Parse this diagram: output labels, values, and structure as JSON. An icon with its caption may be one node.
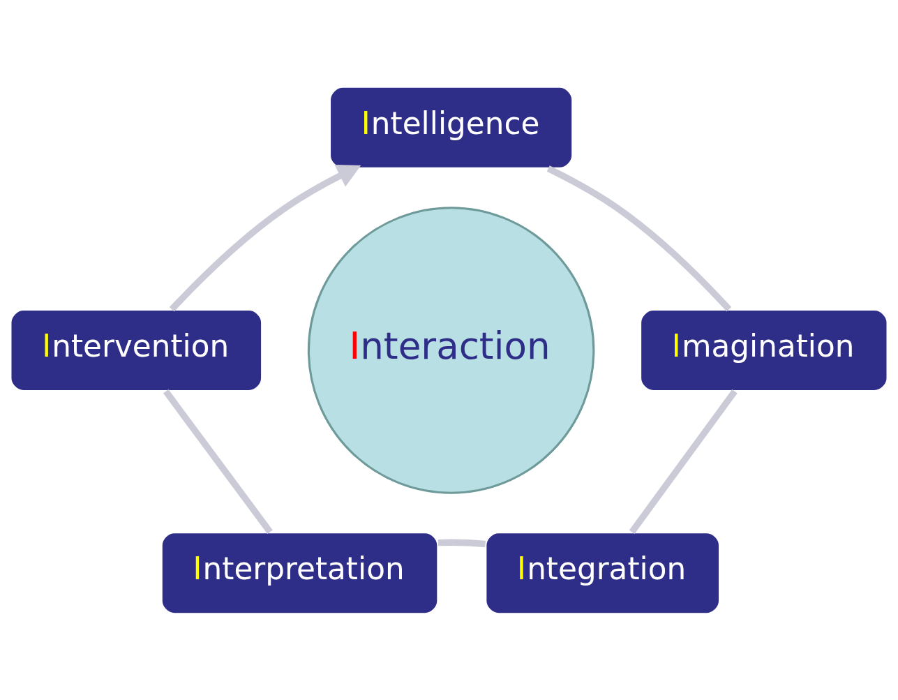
{
  "diagram": {
    "nodes": [
      {
        "text": [
          "Intelligence"
        ]
      },
      {
        "text": [
          "Intervention"
        ]
      },
      {
        "text": [
          "Imagination"
        ]
      },
      {
        "text": [
          "Interaction"
        ]
      },
      {
        "text": [
          "Interpretation"
        ]
      },
      {
        "text": [
          "Integration"
        ]
      }
    ],
    "edges": [
      {
        "from": 0,
        "to": 2,
        "arrow": "none"
      },
      {
        "from": 2,
        "to": 5,
        "arrow": "none"
      },
      {
        "from": 5,
        "to": 4,
        "arrow": "none"
      },
      {
        "from": 4,
        "to": 1,
        "arrow": "none"
      },
      {
        "from": 1,
        "to": 0,
        "arrow": "to"
      }
    ]
  }
}
